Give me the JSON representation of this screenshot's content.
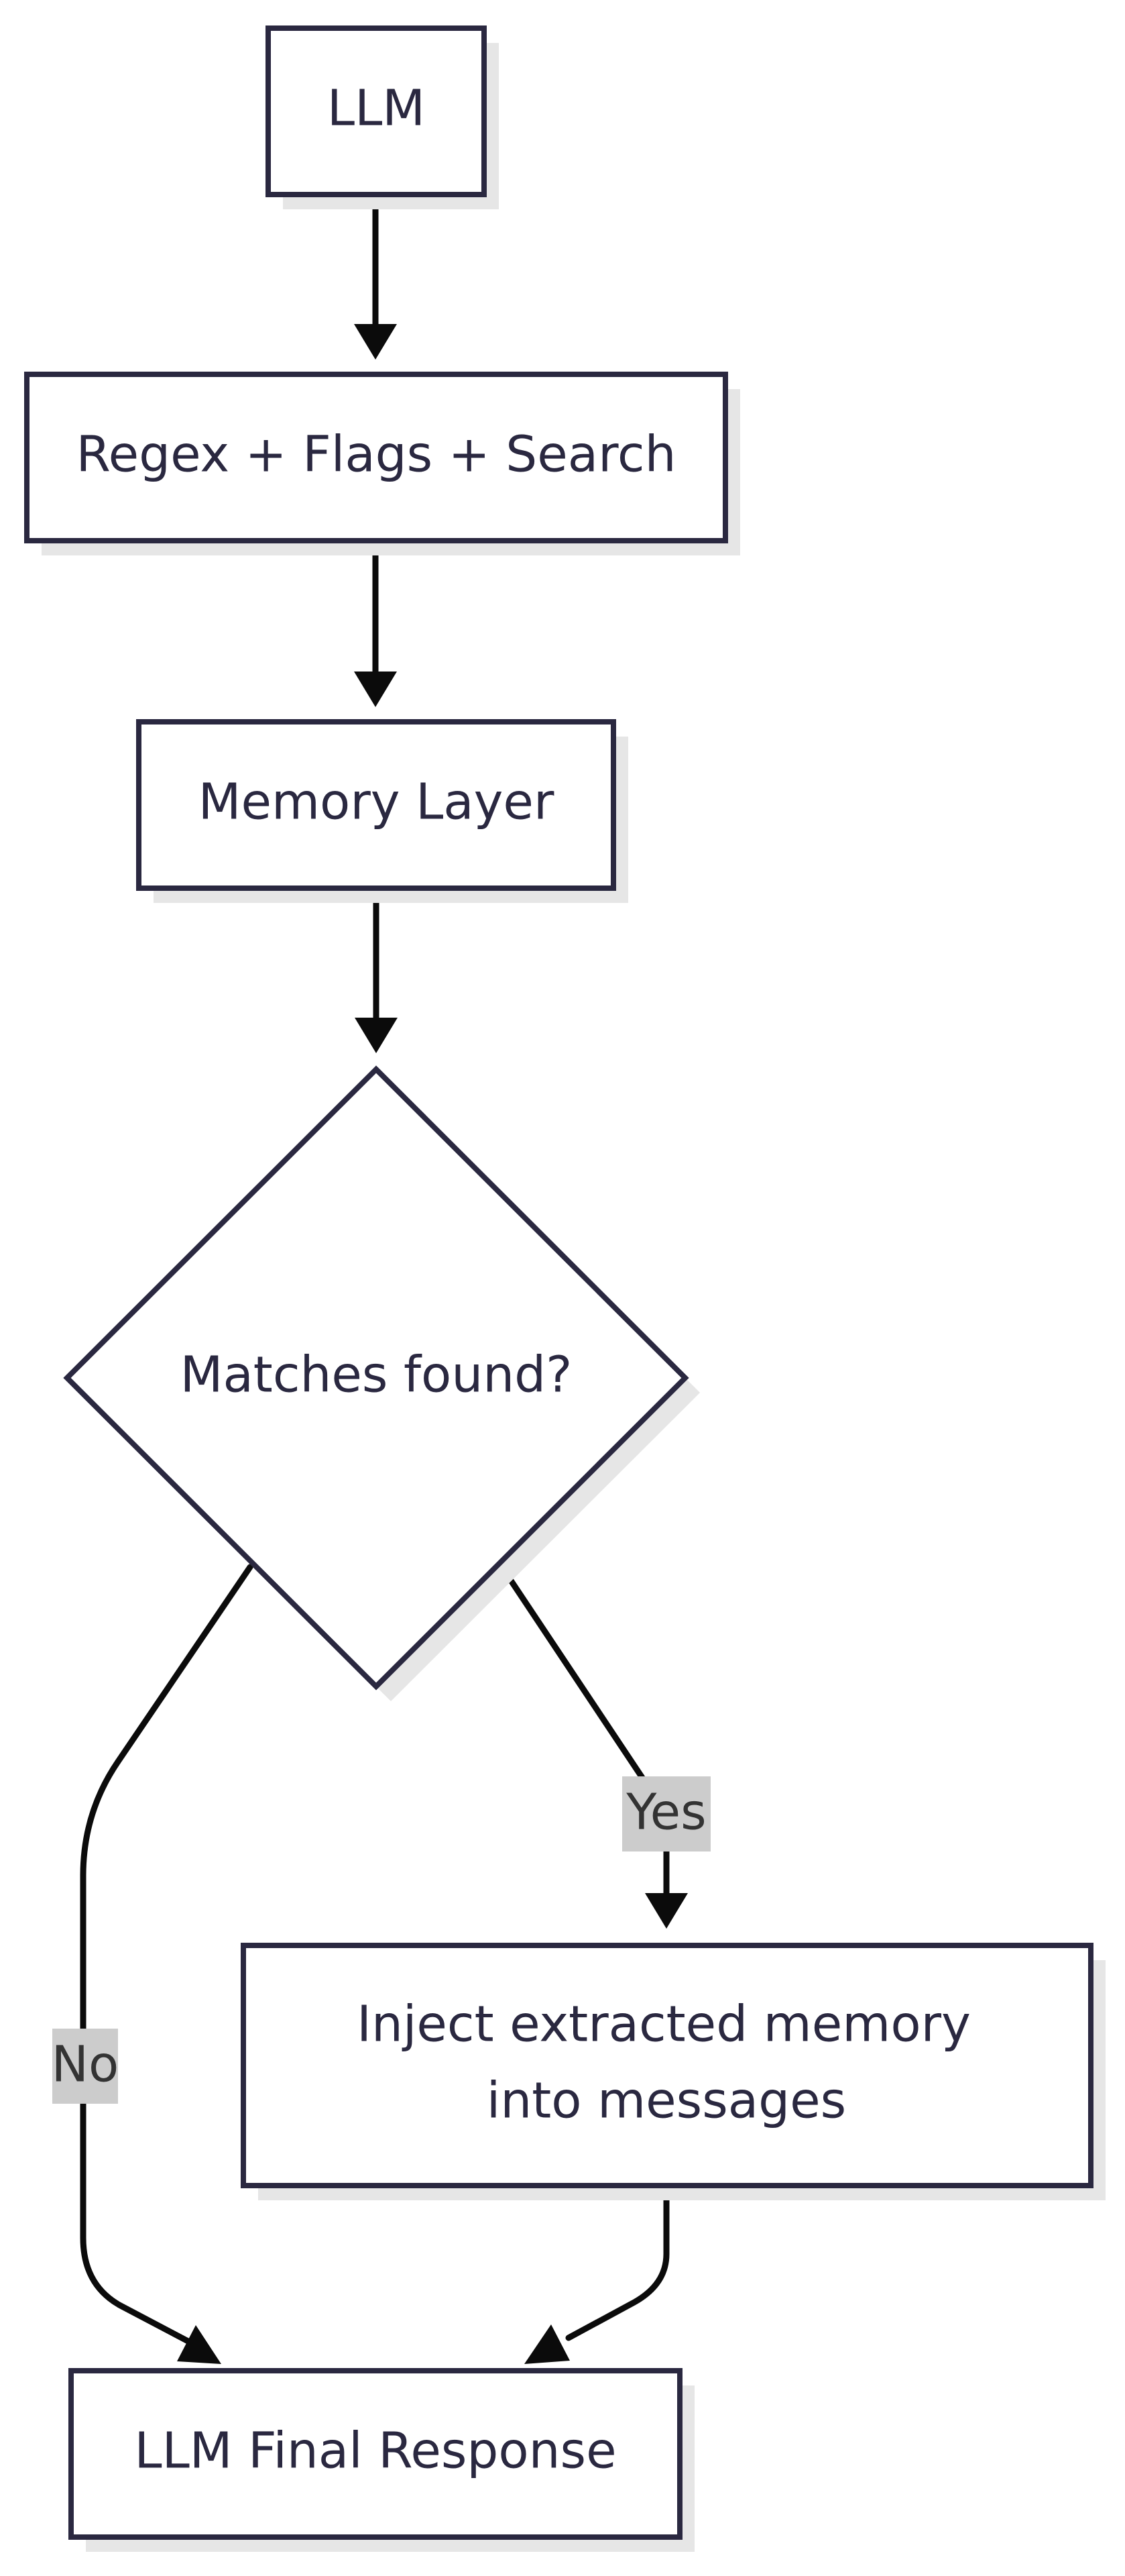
{
  "diagram": {
    "type": "flowchart",
    "colors": {
      "node_border": "#2a2840",
      "node_fill": "#ffffff",
      "node_text": "#2a2840",
      "edge": "#0b0b0b",
      "edge_label_bg": "#cccccc",
      "shadow": "#e6e6e6"
    },
    "nodes": {
      "llm": {
        "label": "LLM"
      },
      "regex": {
        "label": "Regex + Flags + Search"
      },
      "memory": {
        "label": "Memory Layer"
      },
      "decision": {
        "label": "Matches found?"
      },
      "inject": {
        "lines": [
          "Inject extracted memory",
          "into messages"
        ]
      },
      "final": {
        "label": "LLM Final Response"
      }
    },
    "edges": [
      {
        "from": "llm",
        "to": "regex",
        "label": ""
      },
      {
        "from": "regex",
        "to": "memory",
        "label": ""
      },
      {
        "from": "memory",
        "to": "decision",
        "label": ""
      },
      {
        "from": "decision",
        "to": "inject",
        "label": "Yes"
      },
      {
        "from": "decision",
        "to": "final",
        "label": "No"
      },
      {
        "from": "inject",
        "to": "final",
        "label": ""
      }
    ],
    "edge_labels": {
      "yes": "Yes",
      "no": "No"
    }
  }
}
